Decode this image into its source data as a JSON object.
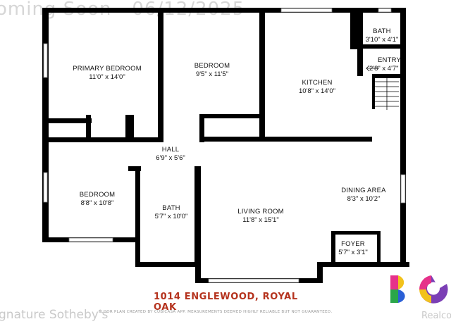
{
  "watermark": {
    "top": "oming Soon - 06/12/2025",
    "bottom_left": "gnature Sotheby's",
    "bottom_right": "Realco"
  },
  "rooms": [
    {
      "key": "primary-bedroom",
      "name": "PRIMARY BEDROOM",
      "dims": "11'0\" x 14'0\""
    },
    {
      "key": "bedroom-upper",
      "name": "BEDROOM",
      "dims": "9'5\" x 11'5\""
    },
    {
      "key": "kitchen",
      "name": "KITCHEN",
      "dims": "10'8\" x 14'0\""
    },
    {
      "key": "bath-upper",
      "name": "BATH",
      "dims": "3'10\" x 4'1\""
    },
    {
      "key": "entry",
      "name": "ENTRY",
      "dims": "2'8\" x 4'7\""
    },
    {
      "key": "hall",
      "name": "HALL",
      "dims": "6'9\" x 5'6\""
    },
    {
      "key": "bedroom-lower",
      "name": "BEDROOM",
      "dims": "8'8\" x 10'8\""
    },
    {
      "key": "bath-lower",
      "name": "BATH",
      "dims": "5'7\" x 10'0\""
    },
    {
      "key": "living-room",
      "name": "LIVING ROOM",
      "dims": "11'8\" x 15'1\""
    },
    {
      "key": "dining-area",
      "name": "DINING AREA",
      "dims": "8'3\" x 10'2\""
    },
    {
      "key": "foyer",
      "name": "FOYER",
      "dims": "5'7\" x 3'1\""
    }
  ],
  "address": "1014 ENGLEWOOD, ROYAL OAK",
  "disclaimer": "FLOOR PLAN CREATED BY CUBICASA APP. MEASUREMENTS DEEMED HIGHLY RELIABLE BUT NOT GUARANTEED.",
  "logo": {
    "letters": "BC",
    "colors": [
      "#e6318a",
      "#2aa64a",
      "#f2c21b",
      "#2a5fd6",
      "#7b3fb5"
    ]
  }
}
